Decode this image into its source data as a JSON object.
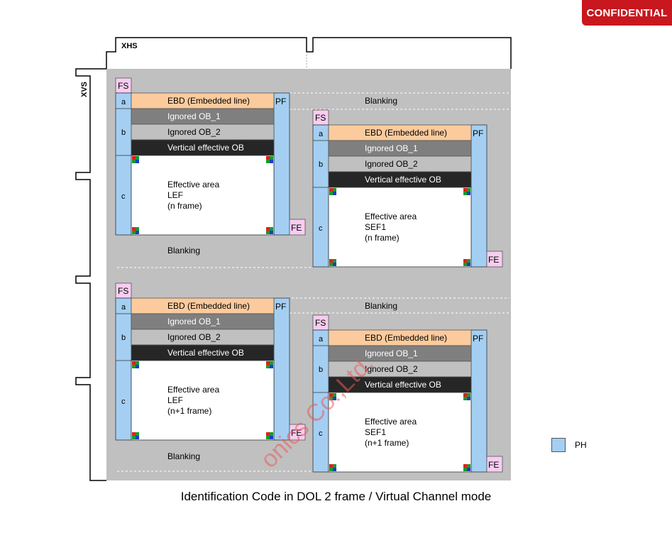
{
  "badge": "CONFIDENTIAL",
  "signals": {
    "xhs": "XHS",
    "xvs": "XVS"
  },
  "frames": [
    {
      "fs": "FS",
      "a": "a",
      "b": "b",
      "c": "c",
      "ebd": "EBD (Embedded line)",
      "pf": "PF",
      "ob1": "Ignored OB_1",
      "ob2": "Ignored OB_2",
      "veob": "Vertical effective OB",
      "eff1": "Effective area",
      "eff2": "LEF",
      "eff3": "(n frame)",
      "fe": "FE"
    },
    {
      "fs": "FS",
      "a": "a",
      "b": "b",
      "c": "c",
      "ebd": "EBD (Embedded line)",
      "pf": "PF",
      "ob1": "Ignored OB_1",
      "ob2": "Ignored OB_2",
      "veob": "Vertical effective OB",
      "eff1": "Effective area",
      "eff2": "SEF1",
      "eff3": "(n frame)",
      "fe": "FE"
    },
    {
      "fs": "FS",
      "a": "a",
      "b": "b",
      "c": "c",
      "ebd": "EBD (Embedded line)",
      "pf": "PF",
      "ob1": "Ignored OB_1",
      "ob2": "Ignored OB_2",
      "veob": "Vertical effective OB",
      "eff1": "Effective area",
      "eff2": "LEF",
      "eff3": "(n+1 frame)",
      "fe": "FE"
    },
    {
      "fs": "FS",
      "a": "a",
      "b": "b",
      "c": "c",
      "ebd": "EBD (Embedded line)",
      "pf": "PF",
      "ob1": "Ignored OB_1",
      "ob2": "Ignored OB_2",
      "veob": "Vertical effective OB",
      "eff1": "Effective area",
      "eff2": "SEF1",
      "eff3": "(n+1 frame)",
      "fe": "FE"
    }
  ],
  "blanking": [
    "Blanking",
    "Blanking",
    "Blanking",
    "Blanking"
  ],
  "legend": {
    "label": "PH"
  },
  "caption": "Identification Code in DOL 2 frame / Virtual Channel mode",
  "watermark": "onics Co.,Ltd.",
  "colors": {
    "background": "#c0c0c0",
    "ph": "#a4cff2",
    "fsfe": "#f7cdf0",
    "ebd": "#fbcb9e",
    "ob1": "#7f7f7f",
    "ob2": "#c0c0c0",
    "veob": "#262626",
    "badge": "#c8171e"
  }
}
